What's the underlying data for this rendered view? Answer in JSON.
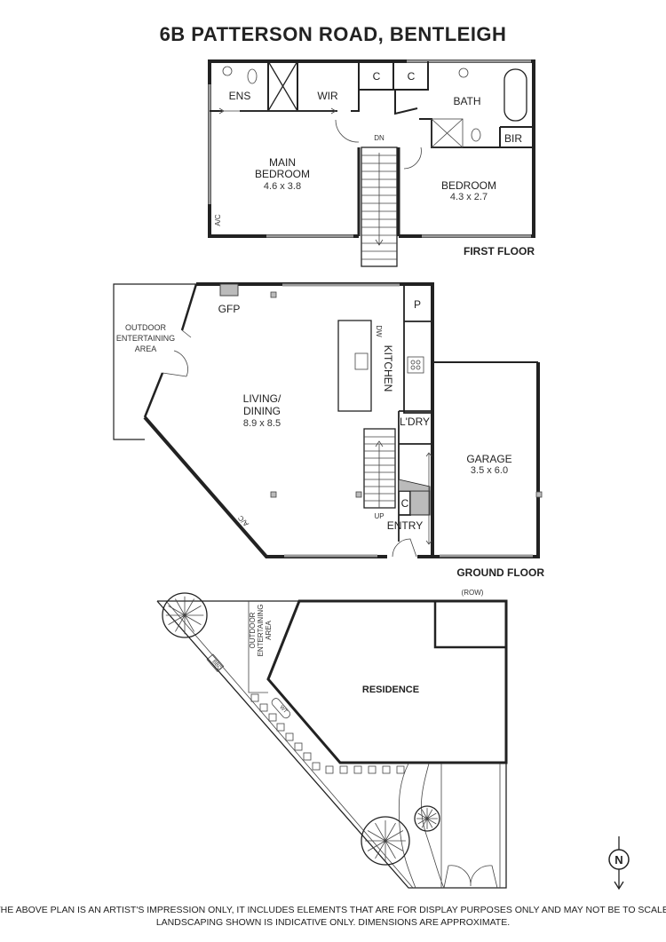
{
  "title": "6B PATTERSON ROAD, BENTLEIGH",
  "first_floor": {
    "label": "FIRST FLOOR",
    "rooms": {
      "ens": "ENS",
      "wir": "WIR",
      "c1": "C",
      "c2": "C",
      "bath": "BATH",
      "bir": "BIR",
      "main_bedroom_line1": "MAIN",
      "main_bedroom_line2": "BEDROOM",
      "main_bedroom_dim": "4.6 x 3.8",
      "bedroom": "BEDROOM",
      "bedroom_dim": "4.3 x 2.7",
      "dn": "DN",
      "ac": "A/C"
    }
  },
  "ground_floor": {
    "label": "GROUND FLOOR",
    "rooms": {
      "gfp": "GFP",
      "p": "P",
      "outdoor_line1": "OUTDOOR",
      "outdoor_line2": "ENTERTAINING",
      "outdoor_line3": "AREA",
      "dw": "DW",
      "kitchen": "KITCHEN",
      "living_line1": "LIVING/",
      "living_line2": "DINING",
      "living_dim": "8.9 x 8.5",
      "ldry": "L'DRY",
      "garage": "GARAGE",
      "garage_dim": "3.5 x 6.0",
      "c": "C",
      "up": "UP",
      "entry": "ENTRY",
      "ac": "A/C"
    }
  },
  "site_plan": {
    "row": "(ROW)",
    "residence": "RESIDENCE",
    "outdoor_line1": "OUTDOOR",
    "outdoor_line2": "ENTERTAINING",
    "outdoor_line3": "AREA",
    "bbq": "BBQ",
    "wt": "WT"
  },
  "north_label": "N",
  "disclaimer": {
    "line1": "THE ABOVE PLAN IS AN ARTIST'S IMPRESSION ONLY, IT INCLUDES ELEMENTS THAT ARE FOR DISPLAY PURPOSES ONLY AND MAY NOT BE TO SCALE.",
    "line2": "LANDSCAPING SHOWN IS INDICATIVE ONLY. DIMENSIONS ARE APPROXIMATE."
  }
}
